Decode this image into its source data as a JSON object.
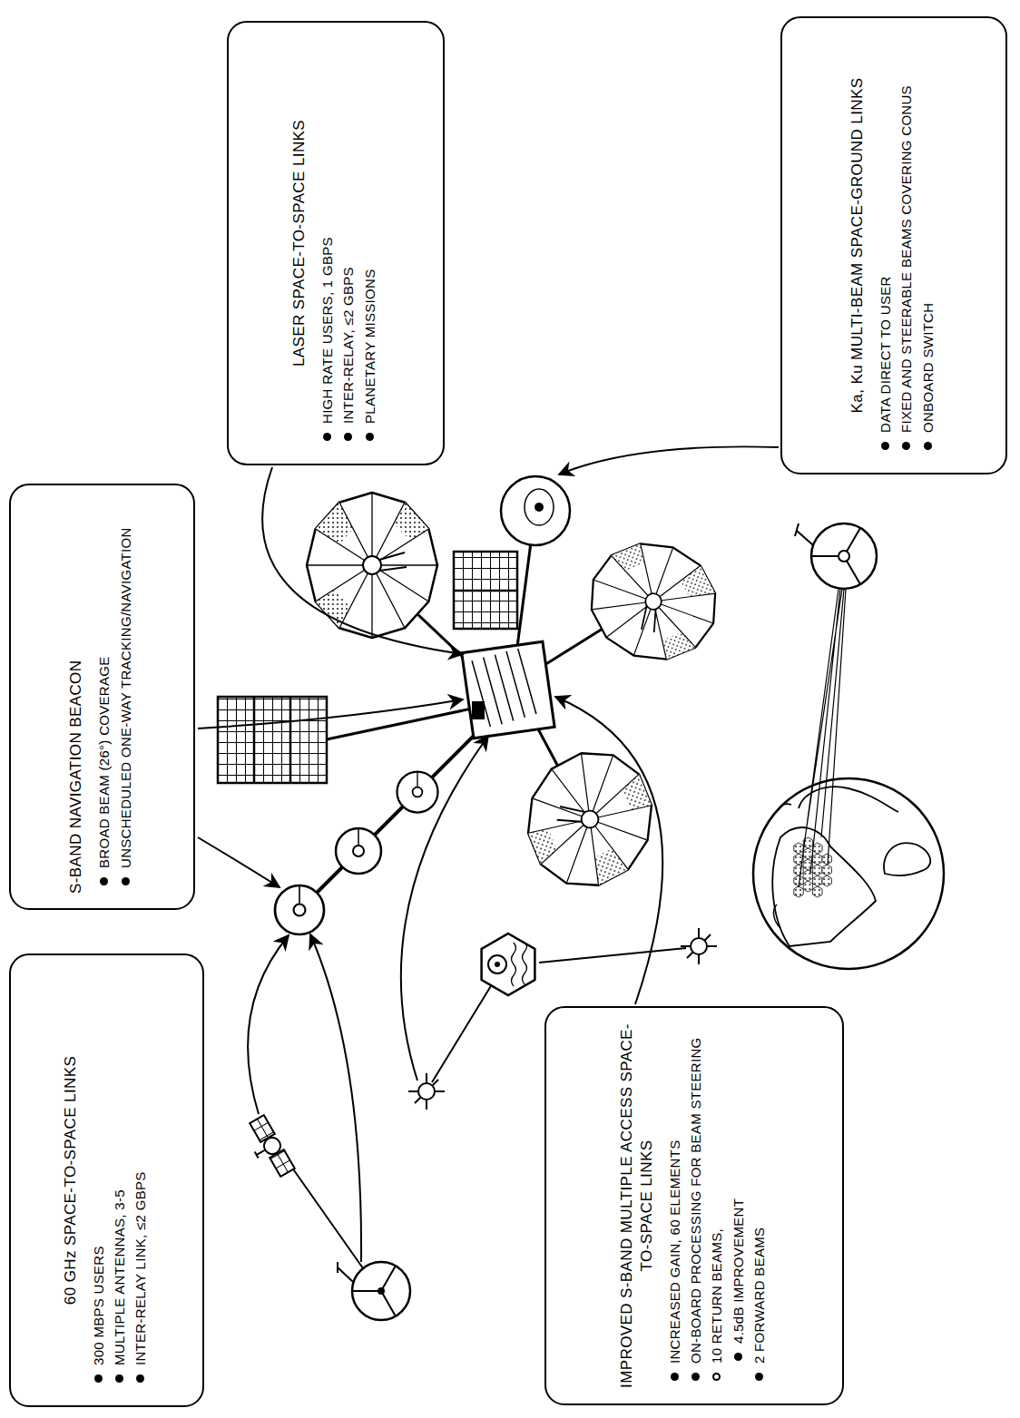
{
  "diagram": {
    "nodes": [
      {
        "text": [
          "60 GHz SPACE-TO-SPACE LINKS",
          "300 MBPS USERS",
          "MULTIPLE ANTENNAS, 3-5",
          "INTER-RELAY LINK, ≤2 GBPS"
        ]
      },
      {
        "text": [
          "S-BAND NAVIGATION BEACON",
          "BROAD BEAM (26°) COVERAGE",
          "UNSCHEDULED ONE-WAY TRACKING/NAVIGATION"
        ]
      },
      {
        "text": [
          "LASER SPACE-TO-SPACE LINKS",
          "HIGH RATE USERS, 1 GBPS",
          "INTER-RELAY, ≤2 GBPS",
          "PLANETARY MISSIONS"
        ]
      },
      {
        "text": [
          "IMPROVED S-BAND MULTIPLE ACCESS SPACE-TO-SPACE LINKS",
          "INCREASED GAIN, 60 ELEMENTS",
          "ON-BOARD PROCESSING FOR BEAM STEERING",
          "10 RETURN BEAMS,",
          "4.5dB IMPROVEMENT",
          "2 FORWARD BEAMS"
        ]
      },
      {
        "text": [
          "Ka, Ku MULTI-BEAM SPACE-GROUND LINKS",
          "DATA DIRECT TO USER",
          "FIXED AND STEERABLE BEAMS COVERING CONUS",
          "ONBOARD SWITCH"
        ]
      }
    ]
  }
}
